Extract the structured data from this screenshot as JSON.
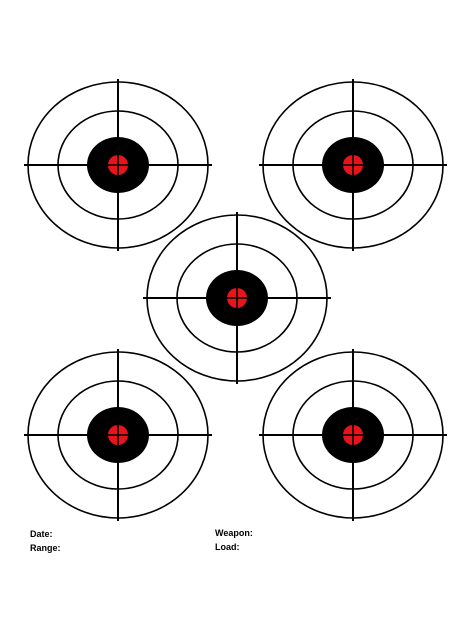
{
  "colors": {
    "background": "#ffffff",
    "ring_stroke": "#000000",
    "bullseye": "#000000",
    "center_dot": "#e8141b"
  },
  "targets": [
    {
      "id": "top-left"
    },
    {
      "id": "top-right"
    },
    {
      "id": "center"
    },
    {
      "id": "bottom-left"
    },
    {
      "id": "bottom-right"
    }
  ],
  "fields": {
    "date": "Date:",
    "range": "Range:",
    "weapon": "Weapon:",
    "load": "Load:"
  }
}
